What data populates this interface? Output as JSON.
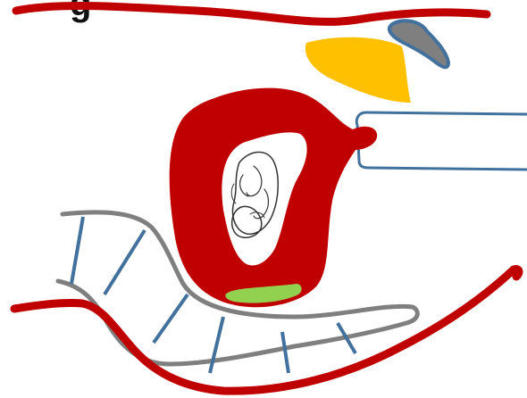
{
  "caption": {
    "text": "g"
  },
  "colors": {
    "body_outline": "#c00000",
    "uterus": "#c00000",
    "cavity": "#ffffff",
    "placenta": "#92d050",
    "gallbladder": "#ffc000",
    "organ_gray": "#7f7f7f",
    "organ_gray_outline": "#41719c",
    "tube_outline": "#41719c",
    "spine_line": "#7f7f7f",
    "spine_rungs": "#41719c",
    "fetus_sketch": "#333333"
  },
  "structures": [
    "abdominal-wall-line",
    "gallbladder",
    "gray-organ",
    "tube",
    "uterus",
    "fetus",
    "placenta",
    "spine",
    "back-outline"
  ]
}
